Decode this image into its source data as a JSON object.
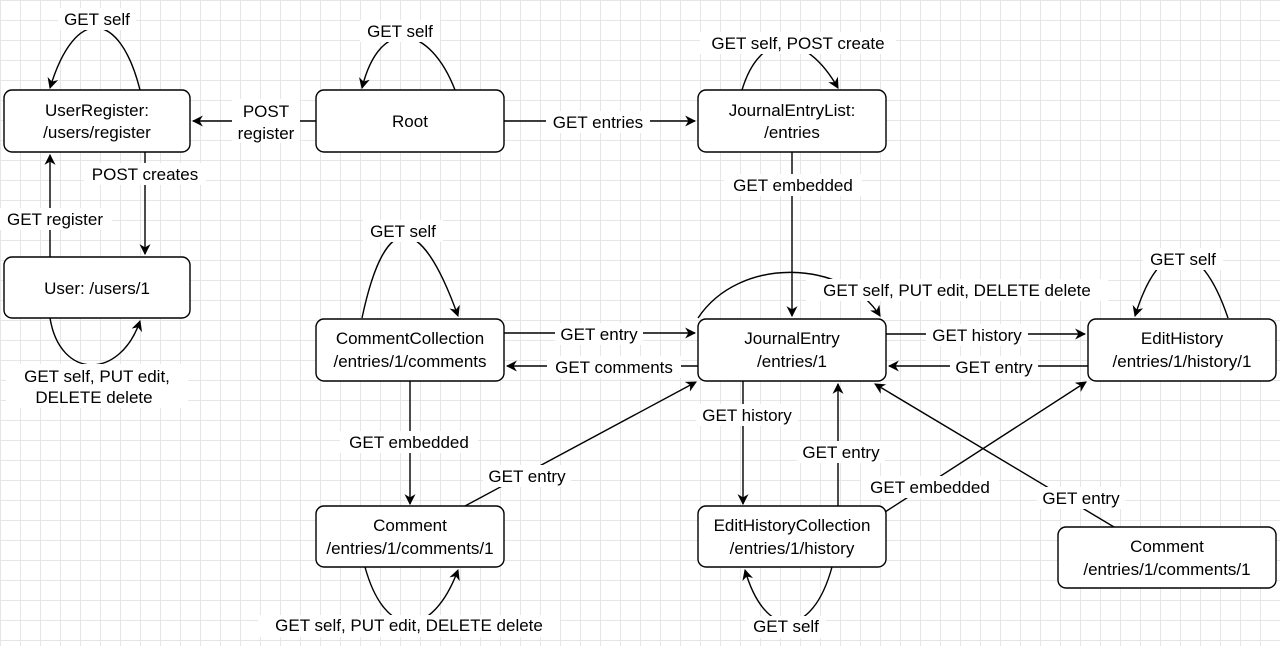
{
  "nodes": {
    "user_register": {
      "line1": "UserRegister:",
      "line2": "/users/register"
    },
    "root": {
      "line1": "Root"
    },
    "journal_entry_list": {
      "line1": "JournalEntryList:",
      "line2": "/entries"
    },
    "user": {
      "line1": "User: /users/1"
    },
    "comment_collection": {
      "line1": "CommentCollection",
      "line2": "/entries/1/comments"
    },
    "journal_entry": {
      "line1": "JournalEntry",
      "line2": "/entries/1"
    },
    "edit_history": {
      "line1": "EditHistory",
      "line2": "/entries/1/history/1"
    },
    "comment": {
      "line1": "Comment",
      "line2": "/entries/1/comments/1"
    },
    "edit_history_collection": {
      "line1": "EditHistoryCollection",
      "line2": "/entries/1/history"
    },
    "comment_2": {
      "line1": "Comment",
      "line2": "/entries/1/comments/1"
    }
  },
  "edges": {
    "user_register_self": {
      "label": "GET self"
    },
    "root_self": {
      "label": "GET self"
    },
    "jel_self": {
      "label": "GET self, POST create"
    },
    "root_to_register": {
      "line1": "POST",
      "line2": "register"
    },
    "root_to_entries": {
      "label": "GET entries"
    },
    "register_creates_user": {
      "label": "POST creates"
    },
    "user_to_register": {
      "label": "GET register"
    },
    "user_self": {
      "line1": "GET self, PUT edit,",
      "line2": "DELETE delete"
    },
    "jel_embedded": {
      "label": "GET embedded"
    },
    "cc_self": {
      "label": "GET self"
    },
    "je_self": {
      "label": "GET self, PUT edit, DELETE delete"
    },
    "eh_self": {
      "label": "GET self"
    },
    "cc_to_entry": {
      "label": "GET entry"
    },
    "je_to_comments": {
      "label": "GET comments"
    },
    "je_to_history": {
      "label": "GET history"
    },
    "eh_to_entry": {
      "label": "GET entry"
    },
    "cc_embedded": {
      "label": "GET embedded"
    },
    "comment_to_entry": {
      "label": "GET entry"
    },
    "je_to_history_collection": {
      "label": "GET history"
    },
    "ehc_to_entry": {
      "label": "GET entry"
    },
    "ehc_embedded": {
      "label": "GET embedded"
    },
    "comment2_to_entry": {
      "label": "GET entry"
    },
    "comment_self": {
      "label": "GET self, PUT edit, DELETE delete"
    },
    "ehc_self": {
      "label": "GET self"
    }
  }
}
